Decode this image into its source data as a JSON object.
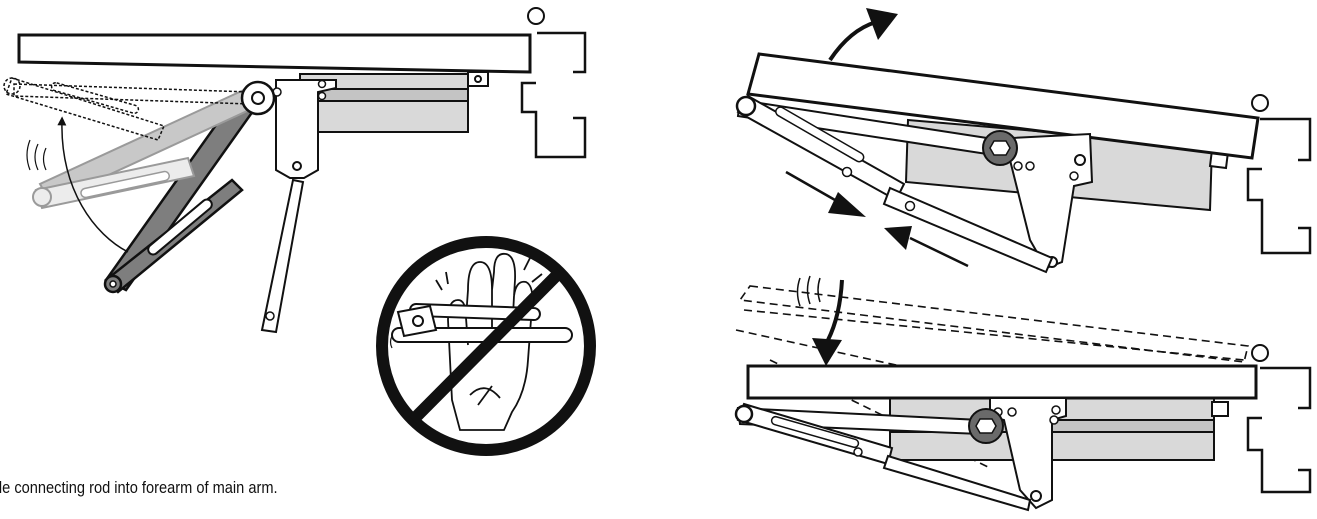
{
  "caption": "de connecting rod into forearm of main arm.",
  "panels": [
    {
      "id": "left",
      "description": "Arm being swung inward toward closer"
    },
    {
      "id": "warning",
      "description": "Prohibition symbol over hand placed between arms"
    },
    {
      "id": "top-right",
      "description": "Door opening, connecting rod slides"
    },
    {
      "id": "bottom-right",
      "description": "Door swinging closed"
    }
  ],
  "colors": {
    "stroke": "#111111",
    "closer_body": "#d9d9d9",
    "arm_dark": "#7e7e7e",
    "arm_light": "#c8c8c8",
    "ghost": "#9a9a9a"
  }
}
